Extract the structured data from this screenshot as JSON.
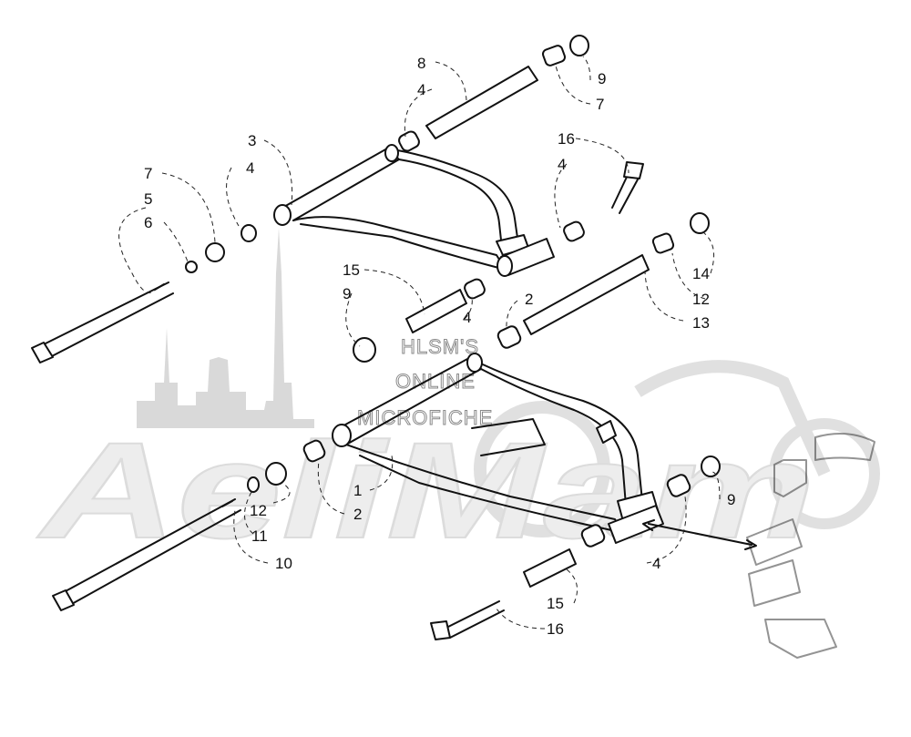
{
  "watermark": {
    "brand": "AeliMam",
    "line1": "HLSM'S",
    "line2": "ONLINE",
    "line3": "MICROFICHE"
  },
  "callouts": [
    {
      "id": "c8",
      "text": "8"
    },
    {
      "id": "c4a",
      "text": "4"
    },
    {
      "id": "c9a",
      "text": "9"
    },
    {
      "id": "c7a",
      "text": "7"
    },
    {
      "id": "c3",
      "text": "3"
    },
    {
      "id": "c16a",
      "text": "16"
    },
    {
      "id": "c4b",
      "text": "4"
    },
    {
      "id": "c4c",
      "text": "4"
    },
    {
      "id": "c7b",
      "text": "7"
    },
    {
      "id": "c5",
      "text": "5"
    },
    {
      "id": "c6",
      "text": "6"
    },
    {
      "id": "c15a",
      "text": "15"
    },
    {
      "id": "c9b",
      "text": "9"
    },
    {
      "id": "c4d",
      "text": "4"
    },
    {
      "id": "c2a",
      "text": "2"
    },
    {
      "id": "c14",
      "text": "14"
    },
    {
      "id": "c12a",
      "text": "12"
    },
    {
      "id": "c13",
      "text": "13"
    },
    {
      "id": "c1",
      "text": "1"
    },
    {
      "id": "c12b",
      "text": "12"
    },
    {
      "id": "c2b",
      "text": "2"
    },
    {
      "id": "c11",
      "text": "11"
    },
    {
      "id": "c10",
      "text": "10"
    },
    {
      "id": "c9c",
      "text": "9"
    },
    {
      "id": "c4e",
      "text": "4"
    },
    {
      "id": "c15b",
      "text": "15"
    },
    {
      "id": "c16b",
      "text": "16"
    }
  ]
}
